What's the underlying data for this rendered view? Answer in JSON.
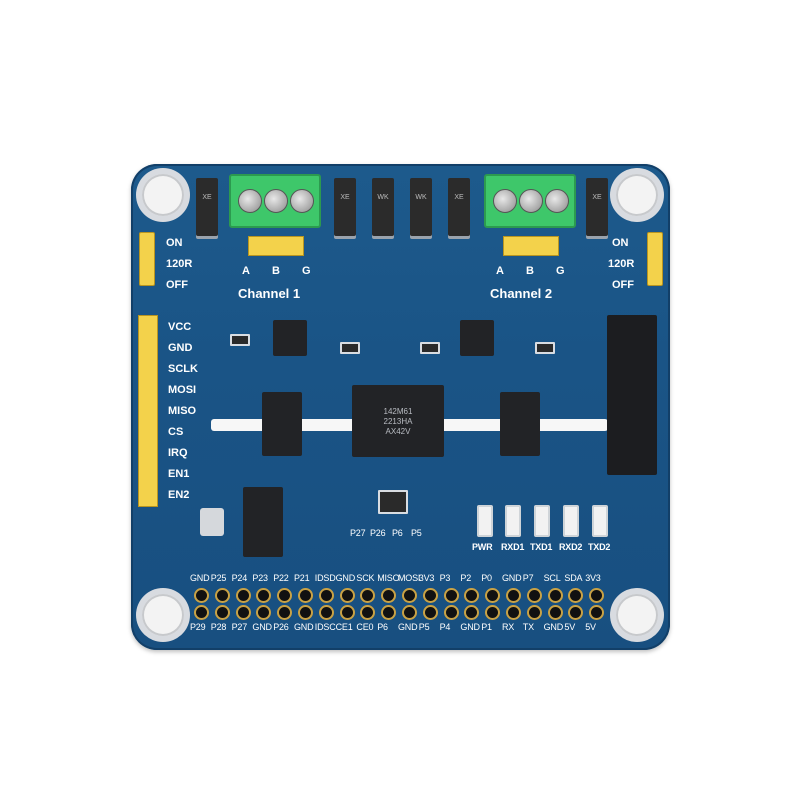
{
  "board": {
    "left_jumper_labels": [
      "ON",
      "120R",
      "OFF"
    ],
    "right_jumper_labels": [
      "ON",
      "120R",
      "OFF"
    ],
    "side_pins": [
      "VCC",
      "GND",
      "SCLK",
      "MOSI",
      "MISO",
      "CS",
      "IRQ",
      "EN1",
      "EN2"
    ],
    "channel1": {
      "label": "Channel 1",
      "terminals": [
        "A",
        "B",
        "G"
      ]
    },
    "channel2": {
      "label": "Channel 2",
      "terminals": [
        "A",
        "B",
        "G"
      ]
    },
    "diode_marks": [
      "XE",
      "WK",
      "WK",
      "XE"
    ],
    "main_chip_text": [
      "142M61",
      "2213HA",
      "AX42V"
    ],
    "small_labels": [
      "P27",
      "P26",
      "P6",
      "P5"
    ],
    "led_labels": [
      "PWR",
      "RXD1",
      "TXD1",
      "RXD2",
      "TXD2"
    ],
    "header_top_labels": [
      "GND",
      "P25",
      "P24",
      "P23",
      "P22",
      "P21",
      "IDSD",
      "GND",
      "SCK",
      "MISO",
      "MOSI",
      "3V3",
      "P3",
      "P2",
      "P0",
      "GND",
      "P7",
      "SCL",
      "SDA",
      "3V3"
    ],
    "header_bottom_labels": [
      "P29",
      "P28",
      "P27",
      "GND",
      "P26",
      "GND",
      "IDSC",
      "CE1",
      "CE0",
      "P6",
      "GND",
      "P5",
      "P4",
      "GND",
      "P1",
      "RX",
      "TX",
      "GND",
      "5V",
      "5V"
    ]
  },
  "colors": {
    "pcb": "#1a5486",
    "terminal": "#3ec76a",
    "jumper": "#f3d24b",
    "silkscreen": "#ffffff"
  }
}
